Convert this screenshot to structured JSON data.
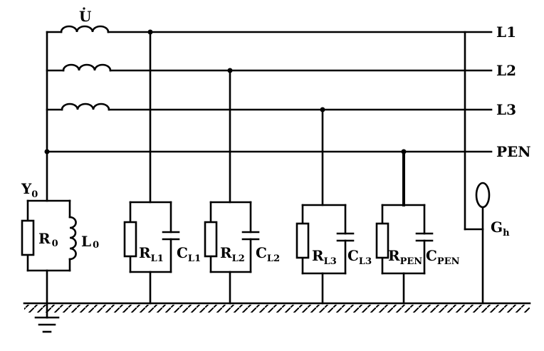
{
  "diagram": {
    "source_label": "U",
    "lines": {
      "l1": "L1",
      "l2": "L2",
      "l3": "L3",
      "pen": "PEN"
    },
    "neutral": {
      "admittance": "Y",
      "admittance_sub": "0",
      "resistor": "R",
      "resistor_sub": "0",
      "inductor": "L",
      "inductor_sub": "0"
    },
    "branches": [
      {
        "r": "R",
        "r_sub": "L1",
        "c": "C",
        "c_sub": "L1"
      },
      {
        "r": "R",
        "r_sub": "L2",
        "c": "C",
        "c_sub": "L2"
      },
      {
        "r": "R",
        "r_sub": "L3",
        "c": "C",
        "c_sub": "L3"
      },
      {
        "r": "R",
        "r_sub": "PEN",
        "c": "C",
        "c_sub": "PEN"
      }
    ],
    "hand_contact": {
      "label": "G",
      "label_sub": "h"
    }
  }
}
